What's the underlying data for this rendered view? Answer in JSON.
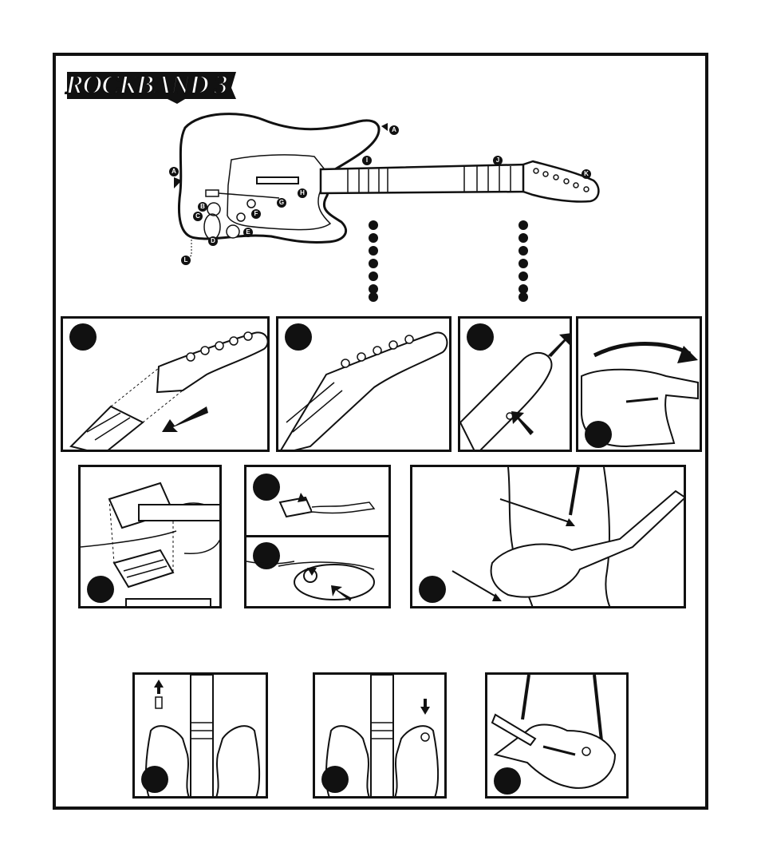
{
  "logo": {
    "text": "ROCKBAND 3"
  },
  "callouts": {
    "strap_top": "A",
    "strap_bottom": "A",
    "b": "B",
    "c": "C",
    "d": "D",
    "e": "E",
    "f": "F",
    "g": "G",
    "h": "H",
    "i": "I",
    "j": "J",
    "k": "K",
    "l": "L"
  },
  "colors": {
    "ink": "#111111",
    "paper": "#ffffff"
  },
  "icons": [
    "arrow-icon",
    "guitar-illustration",
    "step-marker-icon"
  ]
}
